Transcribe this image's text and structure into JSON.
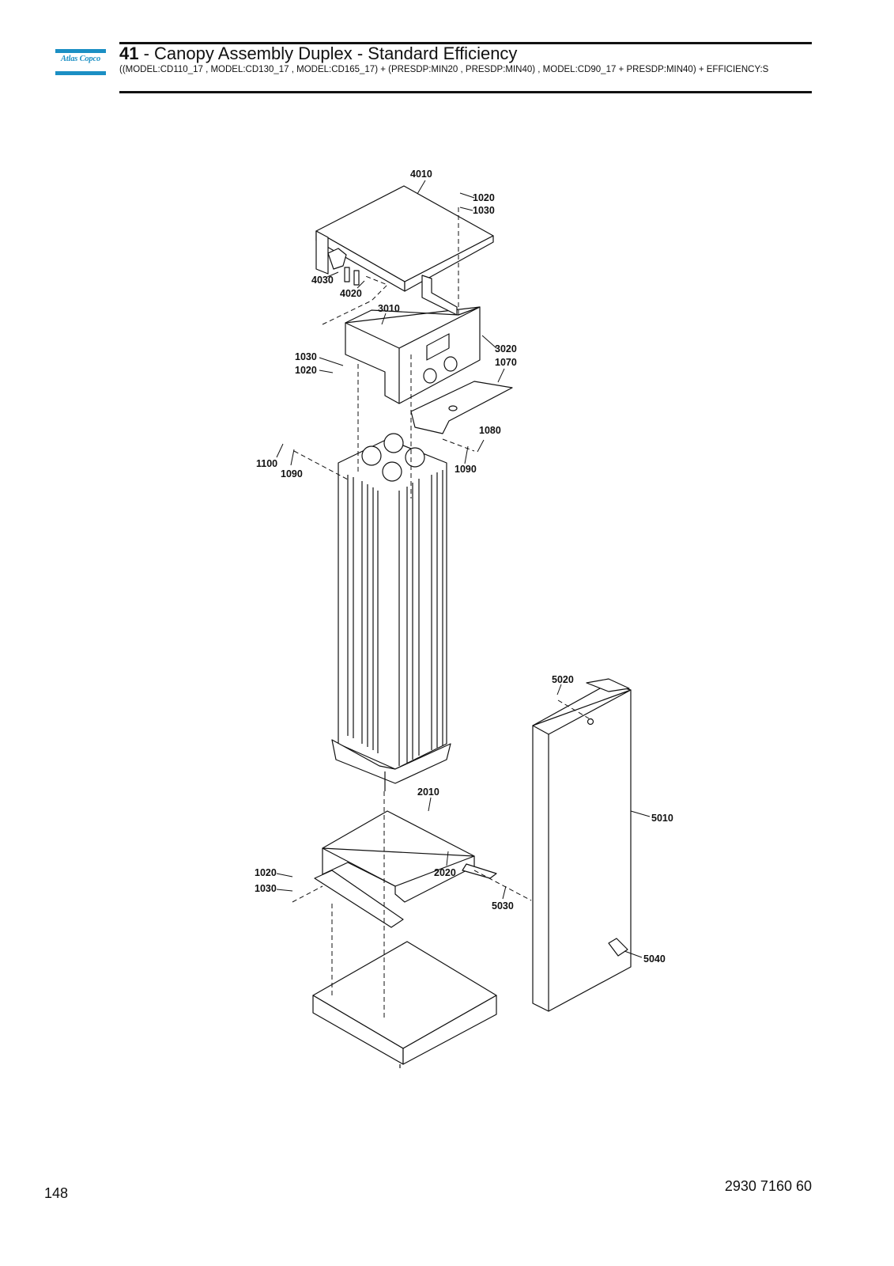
{
  "header": {
    "logo_text": "Atlas Copco",
    "section_number": "41",
    "title_separator": " - ",
    "title": "Canopy Assembly Duplex - Standard Efficiency",
    "subtitle": "((MODEL:CD110_17 , MODEL:CD130_17 , MODEL:CD165_17) + (PRESDP:MIN20 , PRESDP:MIN40) , MODEL:CD90_17 + PRESDP:MIN40) + EFFICIENCY:S"
  },
  "callouts": [
    "4010",
    "1020",
    "1030",
    "4030",
    "4020",
    "3010",
    "1030",
    "1020",
    "3020",
    "1070",
    "1080",
    "1100",
    "1090",
    "1090",
    "5020",
    "5010",
    "2010",
    "1020",
    "1030",
    "2020",
    "5030",
    "5040"
  ],
  "footer": {
    "page_number": "148",
    "document_number": "2930 7160 60"
  },
  "colors": {
    "brand": "#1b8fc4",
    "ink": "#111111"
  }
}
